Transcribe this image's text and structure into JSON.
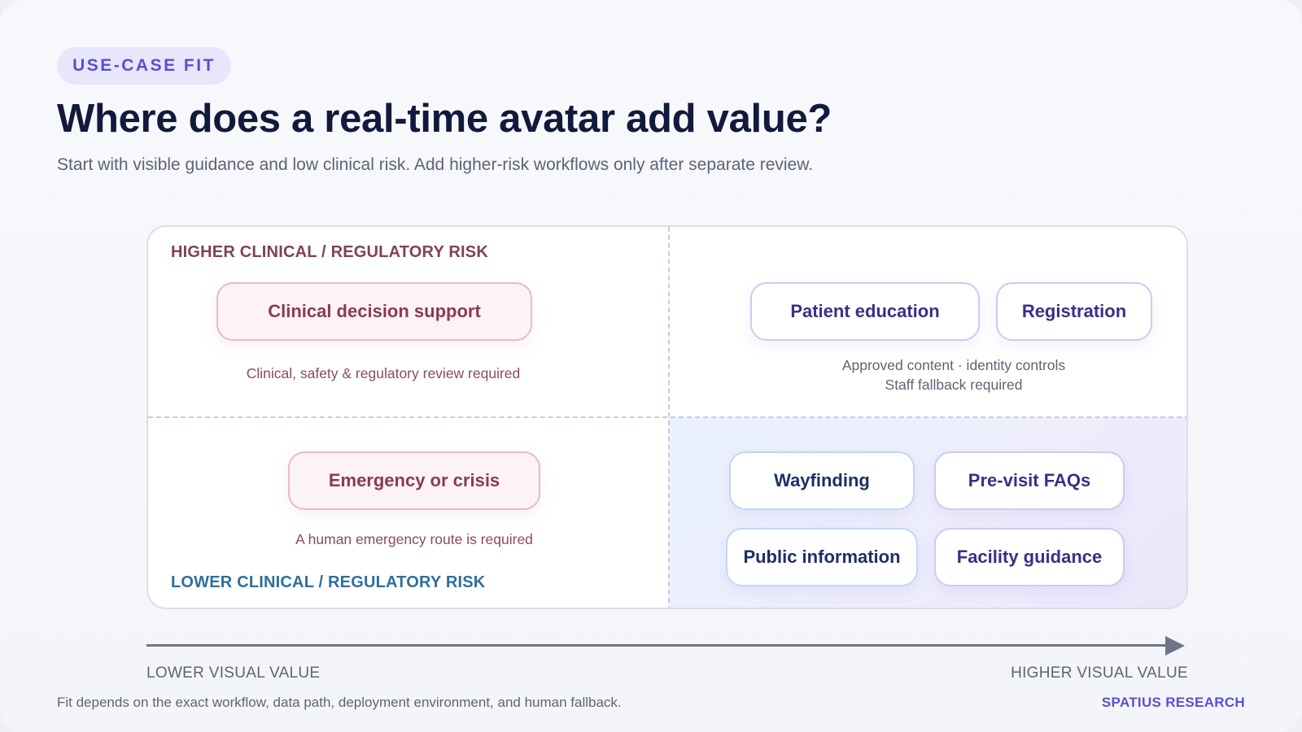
{
  "header": {
    "badge": "USE-CASE FIT",
    "title": "Where does a real-time avatar add value?",
    "subtitle": "Start with visible guidance and low clinical risk. Add higher-risk workflows only after separate review."
  },
  "matrix": {
    "y_axis": {
      "top_label": "HIGHER CLINICAL / REGULATORY RISK",
      "bottom_label": "LOWER CLINICAL / REGULATORY RISK"
    },
    "x_axis": {
      "left_label": "LOWER VISUAL VALUE",
      "right_label": "HIGHER VISUAL VALUE"
    },
    "quadrants": {
      "high_risk_low_value": {
        "items": [
          "Clinical decision support"
        ],
        "note": "Clinical, safety & regulatory review required"
      },
      "high_risk_high_value": {
        "items": [
          "Patient education",
          "Registration"
        ],
        "note_lines": [
          "Approved content · identity controls",
          "Staff fallback required"
        ]
      },
      "low_risk_low_value": {
        "items": [
          "Emergency or crisis"
        ],
        "note": "A human emergency route is required"
      },
      "low_risk_high_value": {
        "items": [
          "Wayfinding",
          "Pre-visit FAQs",
          "Public information",
          "Facility guidance"
        ]
      }
    }
  },
  "footer": {
    "note": "Fit depends on the exact workflow, data path, deployment environment, and human fallback.",
    "brand": "SPATIUS RESEARCH"
  },
  "colors": {
    "accent": "#5b4fcf",
    "title": "#111a3c",
    "high_risk": "#8a3a56",
    "low_risk": "#2f6f9a",
    "good_item": "#3a2f86"
  }
}
